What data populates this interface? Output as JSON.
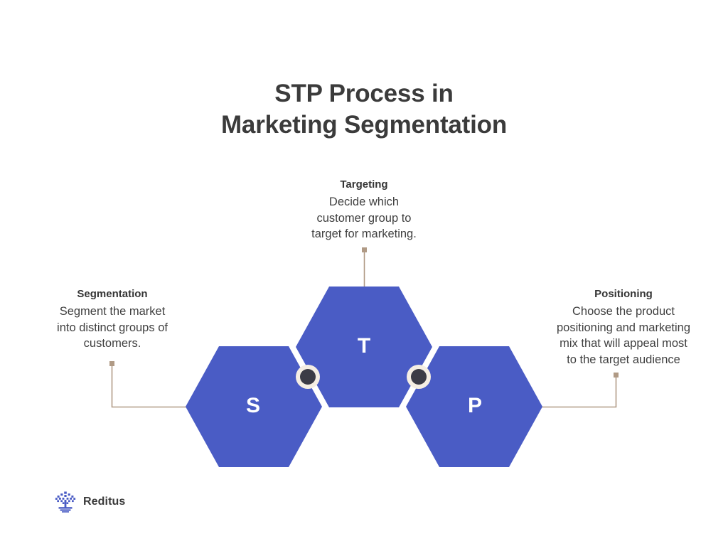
{
  "page": {
    "background_color": "#ffffff",
    "title_lines": [
      "STP Process in",
      "Marketing Segmentation"
    ],
    "title_color": "#3b3b3b"
  },
  "theme": {
    "hex_fill": "#4a5cc5",
    "connector_line": "#b09a85",
    "connector_dot_outer": "#f5eee3",
    "connector_dot_inner": "#3c3c46",
    "letter_color": "#ffffff",
    "text_color": "#3f3f3f",
    "heading_color": "#353535",
    "logo_color": "#4a5cc5"
  },
  "steps": [
    {
      "key": "segmentation",
      "letter": "S",
      "title": "Segmentation",
      "description": "Segment the market into distinct groups of customers.",
      "description_lines": [
        "Segment the market",
        "into distinct groups of",
        "customers."
      ],
      "side": "left"
    },
    {
      "key": "targeting",
      "letter": "T",
      "title": "Targeting",
      "description": "Decide which customer group to target for marketing.",
      "description_lines": [
        "Decide which",
        "customer group to",
        "target for marketing."
      ],
      "side": "top"
    },
    {
      "key": "positioning",
      "letter": "P",
      "title": "Positioning",
      "description": "Choose the product positioning and marketing mix that will appeal most to the target audience",
      "description_lines": [
        "Choose the product",
        "positioning and marketing",
        "mix that will appeal most",
        "to the target audience"
      ],
      "side": "right"
    }
  ],
  "logo": {
    "name": "Reditus",
    "icon": "tree-icon"
  }
}
